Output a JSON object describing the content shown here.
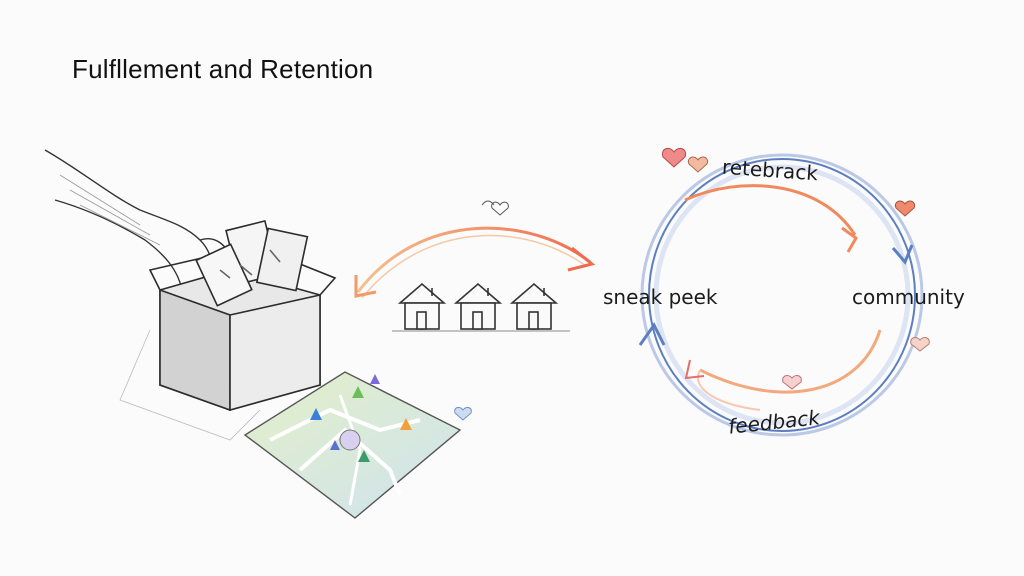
{
  "title": "Fulfllement and Retention",
  "cycle": {
    "top": "retebrack",
    "left": "sneak peek",
    "right": "community",
    "bottom": "feedback"
  },
  "icons": {
    "box": "box-with-cards-icon",
    "hand": "hand-icon",
    "map": "map-icon",
    "houses": "houses-icon",
    "hearts": "heart-icon"
  },
  "colors": {
    "arrow_orange": "#f08a5d",
    "ring_blue": "#5b7fc0",
    "heart_pink": "#e8857d",
    "heart_blue": "#6b8fc9"
  }
}
